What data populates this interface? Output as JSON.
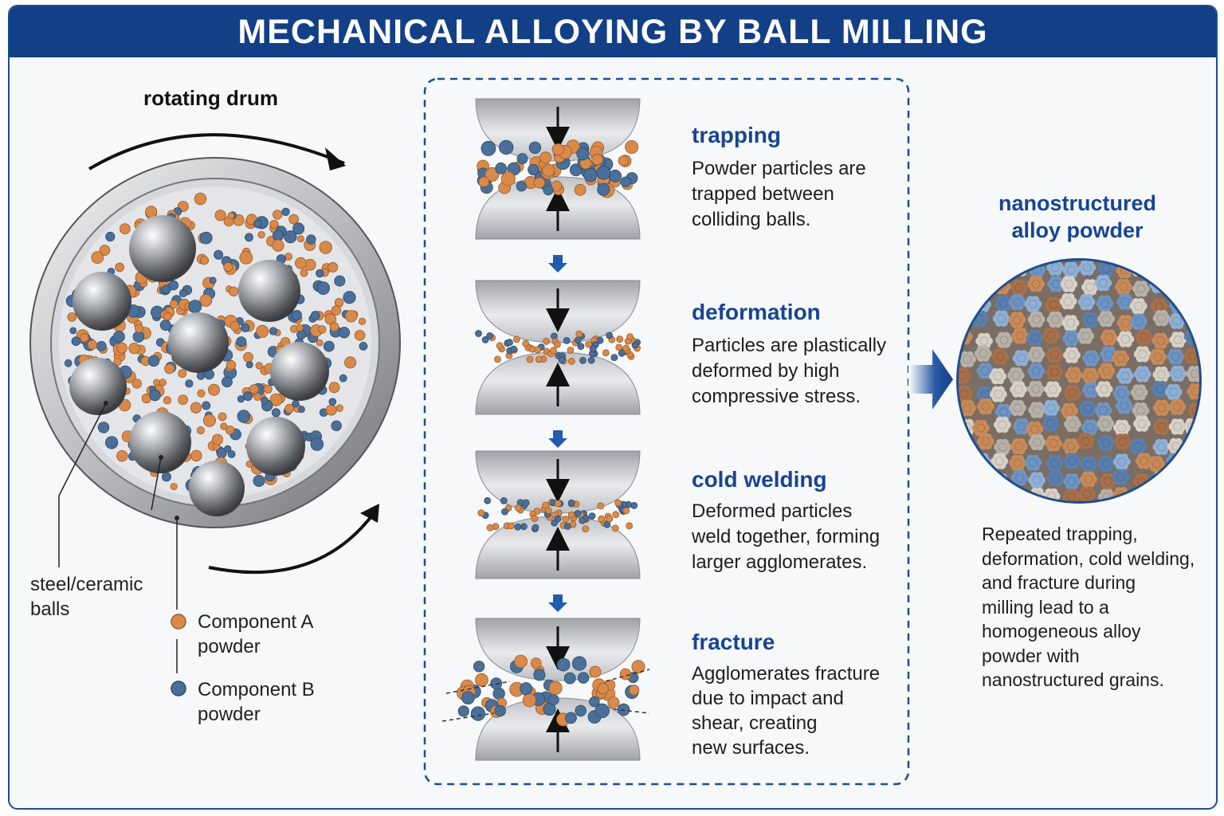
{
  "title": "MECHANICAL ALLOYING BY BALL MILLING",
  "drum": {
    "label": "rotating drum",
    "balls_label": [
      "steel/ceramic",
      "balls"
    ],
    "component_a": [
      "Component A",
      "powder"
    ],
    "component_b": [
      "Component B",
      "powder"
    ]
  },
  "steps": [
    {
      "title": "trapping",
      "desc": [
        "Powder particles are",
        "trapped between",
        "colliding balls."
      ]
    },
    {
      "title": "deformation",
      "desc": [
        "Particles are plastically",
        "deformed by high",
        "compressive stress."
      ]
    },
    {
      "title": "cold welding",
      "desc": [
        "Deformed particles",
        "weld together, forming",
        "larger agglomerates."
      ]
    },
    {
      "title": "fracture",
      "desc": [
        "Agglomerates fracture",
        "due to impact and",
        "shear, creating",
        "new surfaces."
      ]
    }
  ],
  "result": {
    "title": [
      "nanostructured",
      "alloy powder"
    ],
    "desc": [
      "Repeated trapping,",
      "deformation, cold welding,",
      "and fracture during",
      "milling lead to a",
      "homogeneous alloy",
      "powder with",
      "nanostructured grains."
    ]
  },
  "colors": {
    "header": "#123f86",
    "accent_blue": "#17458f",
    "component_a": "#d98a4a",
    "component_b": "#4a6f98",
    "steel": "#8a8d93"
  }
}
